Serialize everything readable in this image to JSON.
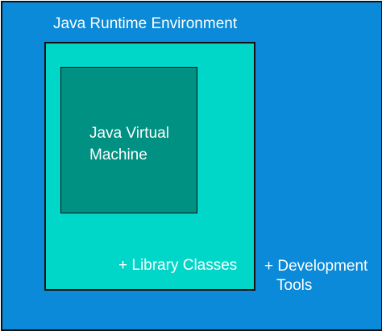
{
  "diagram": {
    "outer": {
      "label": "Java Runtime Environment"
    },
    "middle": {
      "label": "+ Library Classes"
    },
    "inner": {
      "label": "Java Virtual Machine"
    },
    "extra": {
      "line1": "+ Development",
      "line2": "Tools"
    }
  },
  "colors": {
    "jdk_blue": "#0a8ad8",
    "jre_teal": "#00d7c8",
    "jvm_dark_teal": "#009183",
    "border_black": "#111111",
    "text_white": "#ffffff"
  }
}
